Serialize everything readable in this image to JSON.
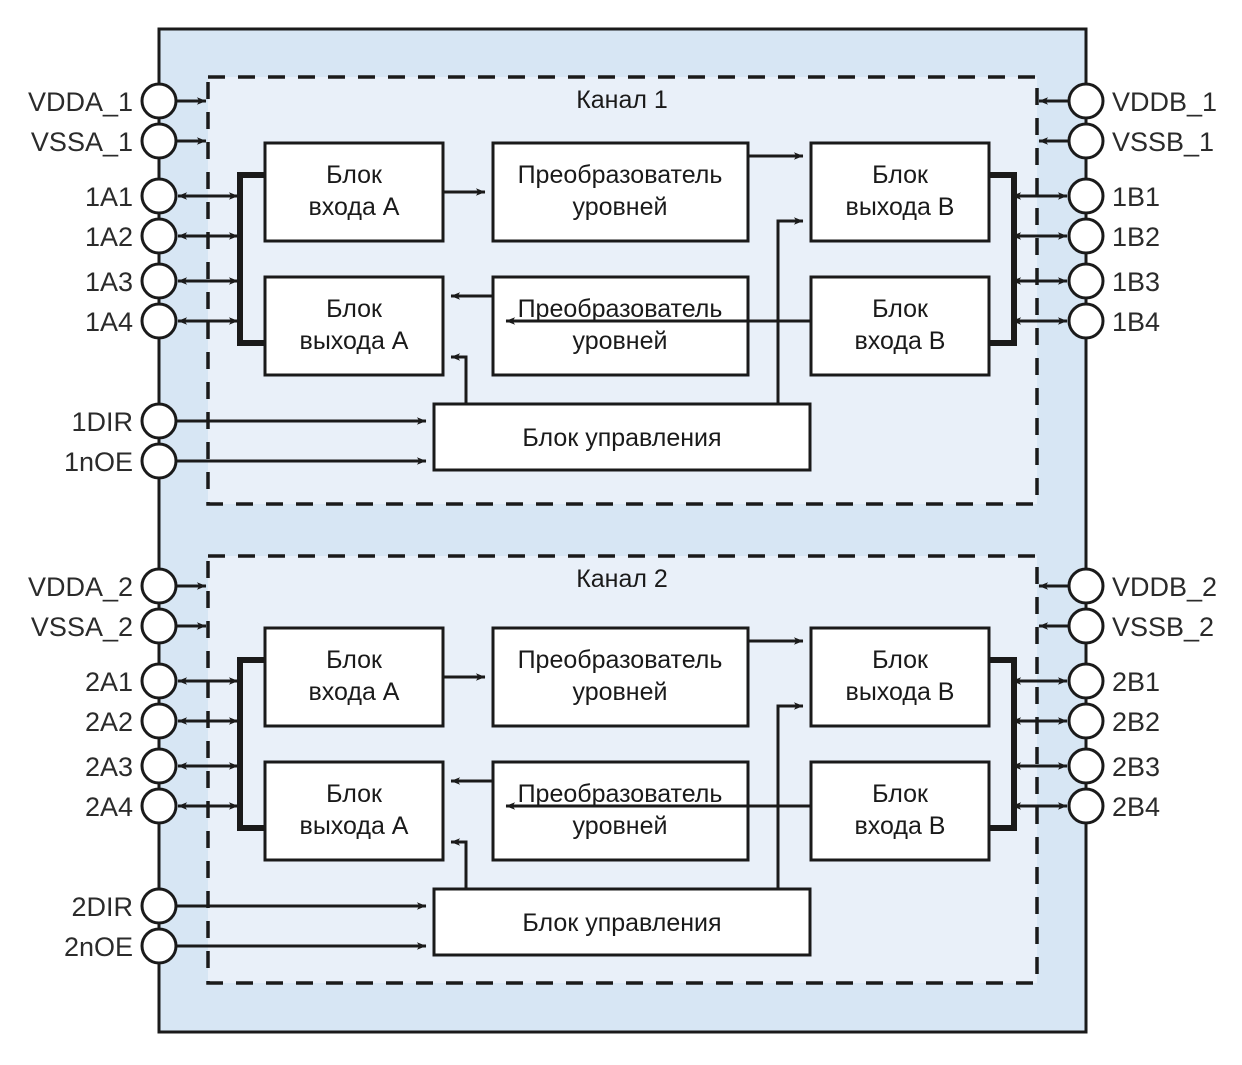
{
  "diagram": {
    "title": "Structural block diagram of a dual-channel bidirectional level translator",
    "colors": {
      "outer_fill": "#d7e6f4",
      "channel_fill": "#e9f0f9",
      "block_fill": "#ffffff",
      "stroke": "#1a1a1a",
      "text": "#1f1f1f"
    },
    "channels": [
      {
        "title": "Канал 1",
        "left_pins": [
          {
            "name": "VDDA_1",
            "dir": "in"
          },
          {
            "name": "VSSA_1",
            "dir": "in"
          },
          {
            "name": "1A1",
            "dir": "bidir"
          },
          {
            "name": "1A2",
            "dir": "bidir"
          },
          {
            "name": "1A3",
            "dir": "bidir"
          },
          {
            "name": "1A4",
            "dir": "bidir"
          },
          {
            "name": "1DIR",
            "dir": "in"
          },
          {
            "name": "1nOE",
            "dir": "in"
          }
        ],
        "right_pins": [
          {
            "name": "VDDB_1",
            "dir": "in"
          },
          {
            "name": "VSSB_1",
            "dir": "in"
          },
          {
            "name": "1B1",
            "dir": "bidir"
          },
          {
            "name": "1B2",
            "dir": "bidir"
          },
          {
            "name": "1B3",
            "dir": "bidir"
          },
          {
            "name": "1B4",
            "dir": "bidir"
          }
        ],
        "blocks": {
          "input_a": "Блок\nвхода A",
          "output_a": "Блок\nвыхода A",
          "translator_top": "Преобразователь\nуровней",
          "translator_bottom": "Преобразователь\nуровней",
          "output_b": "Блок\nвыхода B",
          "input_b": "Блок\nвхода B",
          "control": "Блок управления"
        }
      },
      {
        "title": "Канал 2",
        "left_pins": [
          {
            "name": "VDDA_2",
            "dir": "in"
          },
          {
            "name": "VSSA_2",
            "dir": "in"
          },
          {
            "name": "2A1",
            "dir": "bidir"
          },
          {
            "name": "2A2",
            "dir": "bidir"
          },
          {
            "name": "2A3",
            "dir": "bidir"
          },
          {
            "name": "2A4",
            "dir": "bidir"
          },
          {
            "name": "2DIR",
            "dir": "in"
          },
          {
            "name": "2nOE",
            "dir": "in"
          }
        ],
        "right_pins": [
          {
            "name": "VDDB_2",
            "dir": "in"
          },
          {
            "name": "VSSB_2",
            "dir": "in"
          },
          {
            "name": "2B1",
            "dir": "bidir"
          },
          {
            "name": "2B2",
            "dir": "bidir"
          },
          {
            "name": "2B3",
            "dir": "bidir"
          },
          {
            "name": "2B4",
            "dir": "bidir"
          }
        ],
        "blocks": {
          "input_a": "Блок\nвхода A",
          "output_a": "Блок\nвыхода A",
          "translator_top": "Преобразователь\nуровней",
          "translator_bottom": "Преобразователь\nуровней",
          "output_b": "Блок\nвыхода B",
          "input_b": "Блок\nвхода B",
          "control": "Блок управления"
        }
      }
    ]
  }
}
